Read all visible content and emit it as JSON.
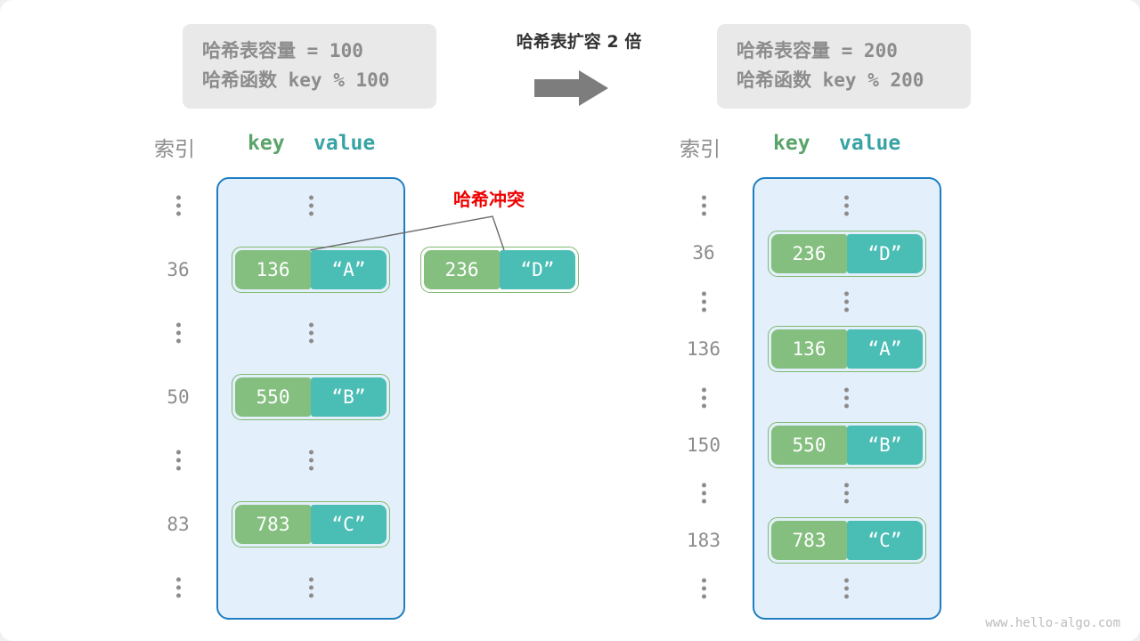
{
  "page": {
    "background": "#ffffff",
    "watermark": "www.hello-algo.com"
  },
  "colors": {
    "key_green": "#84bf7f",
    "value_teal": "#4abdb5",
    "array_fill": "#e3f0fb",
    "array_border": "#1f7ec2",
    "info_box": "#e9e9e9",
    "muted_text": "#8c8c8c",
    "collision_red": "#ee0000",
    "arrow_gray": "#777777"
  },
  "transition": {
    "title": "哈希表扩容 2 倍",
    "arrow_icon": "right-arrow-icon"
  },
  "left": {
    "info": {
      "capacity_line": "哈希表容量 = 100",
      "hash_func_line": "哈希函数 key % 100"
    },
    "headers": {
      "index": "索引",
      "key": "key",
      "value": "value"
    },
    "rows": [
      {
        "type": "dots",
        "index": "⋮"
      },
      {
        "type": "entry",
        "index": "36",
        "key": "136",
        "value": "“A”"
      },
      {
        "type": "dots",
        "index": "⋮"
      },
      {
        "type": "entry",
        "index": "50",
        "key": "550",
        "value": "“B”"
      },
      {
        "type": "dots",
        "index": "⋮"
      },
      {
        "type": "entry",
        "index": "83",
        "key": "783",
        "value": "“C”"
      },
      {
        "type": "dots",
        "index": "⋮"
      }
    ],
    "collision": {
      "label": "哈希冲突",
      "floating_entry": {
        "key": "236",
        "value": "“D”"
      }
    }
  },
  "right": {
    "info": {
      "capacity_line": "哈希表容量 = 200",
      "hash_func_line": "哈希函数 key % 200"
    },
    "headers": {
      "index": "索引",
      "key": "key",
      "value": "value"
    },
    "rows": [
      {
        "type": "dots",
        "index": "⋮"
      },
      {
        "type": "entry",
        "index": "36",
        "key": "236",
        "value": "“D”"
      },
      {
        "type": "dots",
        "index": "⋮"
      },
      {
        "type": "entry",
        "index": "136",
        "key": "136",
        "value": "“A”"
      },
      {
        "type": "dots",
        "index": "⋮"
      },
      {
        "type": "entry",
        "index": "150",
        "key": "550",
        "value": "“B”"
      },
      {
        "type": "dots",
        "index": "⋮"
      },
      {
        "type": "entry",
        "index": "183",
        "key": "783",
        "value": "“C”"
      },
      {
        "type": "dots",
        "index": "⋮"
      }
    ]
  }
}
